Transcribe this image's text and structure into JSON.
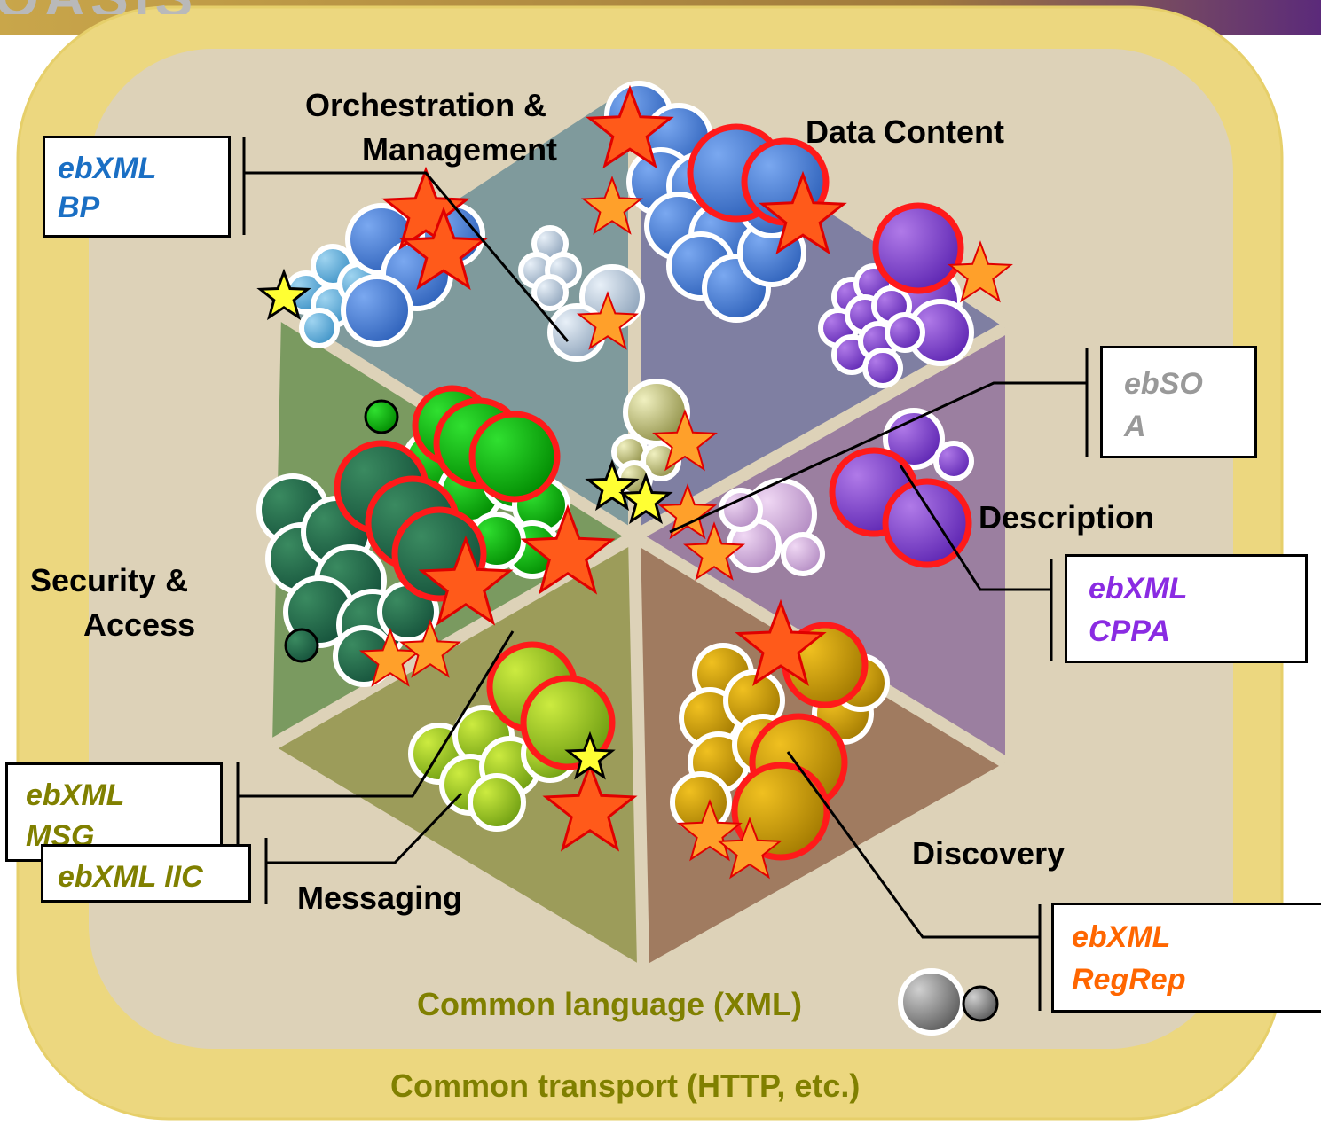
{
  "header": {
    "logo_text": "OASIS",
    "bar_color": "#6b2a7e"
  },
  "layers": {
    "transport": "Common transport (HTTP, etc.)",
    "language": "Common language (XML)"
  },
  "domains": {
    "orchestration": "Orchestration &",
    "orchestration_2": "Management",
    "data_content": "Data Content",
    "description": "Description",
    "discovery": "Discovery",
    "messaging": "Messaging",
    "security": "Security &",
    "security_2": "Access"
  },
  "specs": {
    "bp": {
      "line1": "ebXML",
      "line2": "BP",
      "color": "#1a6fc4"
    },
    "ebsoa": {
      "line1": "ebSO",
      "line2": "A",
      "color": "#999999"
    },
    "cppa": {
      "line1": "ebXML",
      "line2": "CPPA",
      "color": "#8a2be2"
    },
    "regrep": {
      "line1": "ebXML",
      "line2": "RegRep",
      "color": "#ff6600"
    },
    "msg": {
      "line1": "ebXML",
      "line2": "MSG",
      "color": "#808000"
    },
    "iic": {
      "line1": "ebXML IIC",
      "color": "#808000"
    }
  }
}
